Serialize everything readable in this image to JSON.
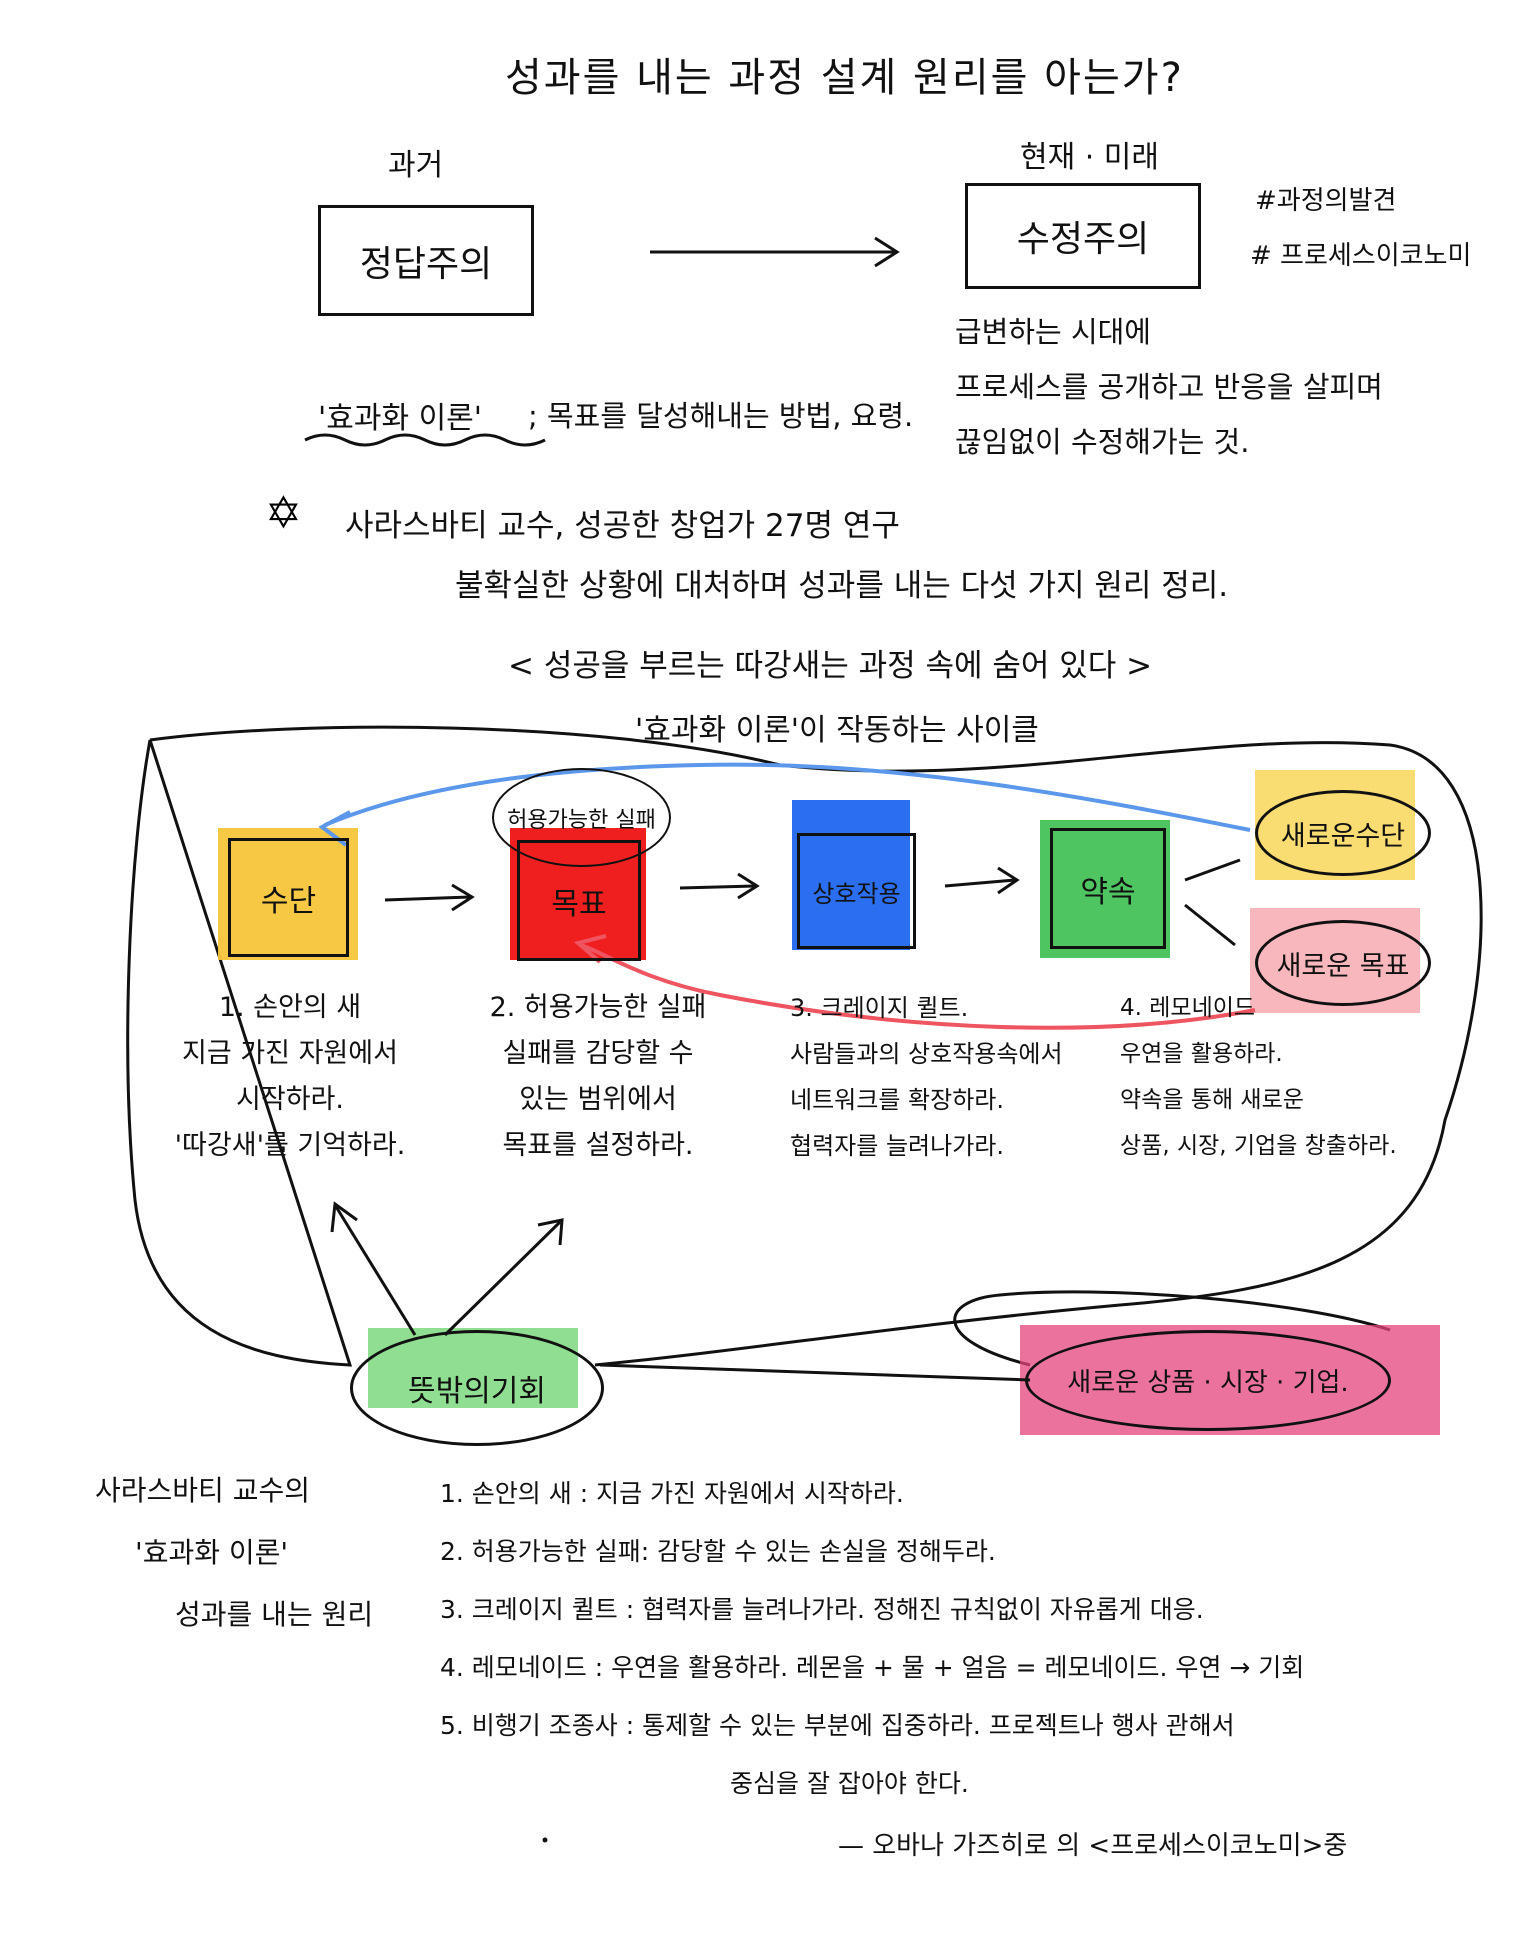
{
  "title": "성과를 내는 과정 설계 원리를 아는가?",
  "past": {
    "label": "과거",
    "box": "정답주의"
  },
  "present": {
    "label": "현재 · 미래",
    "box": "수정주의"
  },
  "hashtags": [
    "#과정의발견",
    "# 프로세스이코노미"
  ],
  "present_desc": [
    "급변하는 시대에",
    "프로세스를 공개하고 반응을 살피며",
    "끊임없이 수정해가는 것."
  ],
  "effectuation_def": {
    "term": "'효과화 이론'",
    "desc": "; 목표를 달성해내는 방법, 요령."
  },
  "research": {
    "line1": "사라스바티 교수, 성공한 창업가 27명 연구",
    "line2": "불확실한 상황에 대처하며 성과를 내는 다섯 가지 원리 정리.",
    "book_title": "< 성공을 부르는 따강새는 과정 속에 숨어 있다 >",
    "cycle_caption": "'효과화 이론'이 작동하는 사이클"
  },
  "cycle": {
    "failure_bubble": "허용가능한 실패",
    "nodes": [
      {
        "label": "수단",
        "color": "#f5c53a"
      },
      {
        "label": "목표",
        "color": "#f01f1f"
      },
      {
        "label": "상호작용",
        "color": "#2b6ff0"
      },
      {
        "label": "약속",
        "color": "#46c25a"
      }
    ],
    "outputs": [
      {
        "label": "새로운수단",
        "color": "#f7d34f"
      },
      {
        "label": "새로운 목표",
        "color": "#f7aab1"
      }
    ],
    "descs": [
      [
        "1. 손안의 새",
        "지금 가진 자원에서",
        "시작하라.",
        "'따강새'를 기억하라."
      ],
      [
        "2. 허용가능한 실패",
        "실패를 감당할 수",
        "있는 범위에서",
        "목표를 설정하라."
      ],
      [
        "3. 크레이지 퀼트.",
        "사람들과의 상호작용속에서",
        "네트워크를 확장하라.",
        "협력자를 늘려나가라."
      ],
      [
        "4. 레모네이드",
        "우연을 활용하라.",
        "약속을 통해 새로운",
        "상품, 시장, 기업을 창출하라."
      ]
    ],
    "opportunity": {
      "label": "뜻밖의기회",
      "color": "#7dd87f"
    },
    "result": {
      "label": "새로운 상품 · 시장 · 기업.",
      "color": "#e6437d"
    }
  },
  "summary": {
    "heading": [
      "사라스바티 교수의",
      "'효과화 이론'",
      "성과를 내는 원리"
    ],
    "items": [
      "1. 손안의 새 : 지금 가진 자원에서 시작하라.",
      "2. 허용가능한 실패: 감당할 수 있는 손실을 정해두라.",
      "3. 크레이지 퀼트 : 협력자를 늘려나가라. 정해진 규칙없이 자유롭게 대응.",
      "4. 레모네이드 : 우연을 활용하라. 레몬을 + 물 + 얼음 = 레모네이드. 우연 → 기회",
      "5. 비행기 조종사 : 통제할 수 있는 부분에 집중하라. 프로젝트나 행사 관해서",
      "중심을 잘 잡아야 한다."
    ],
    "source": "— 오바나 가즈히로 의 <프로세스이코노미>중"
  }
}
